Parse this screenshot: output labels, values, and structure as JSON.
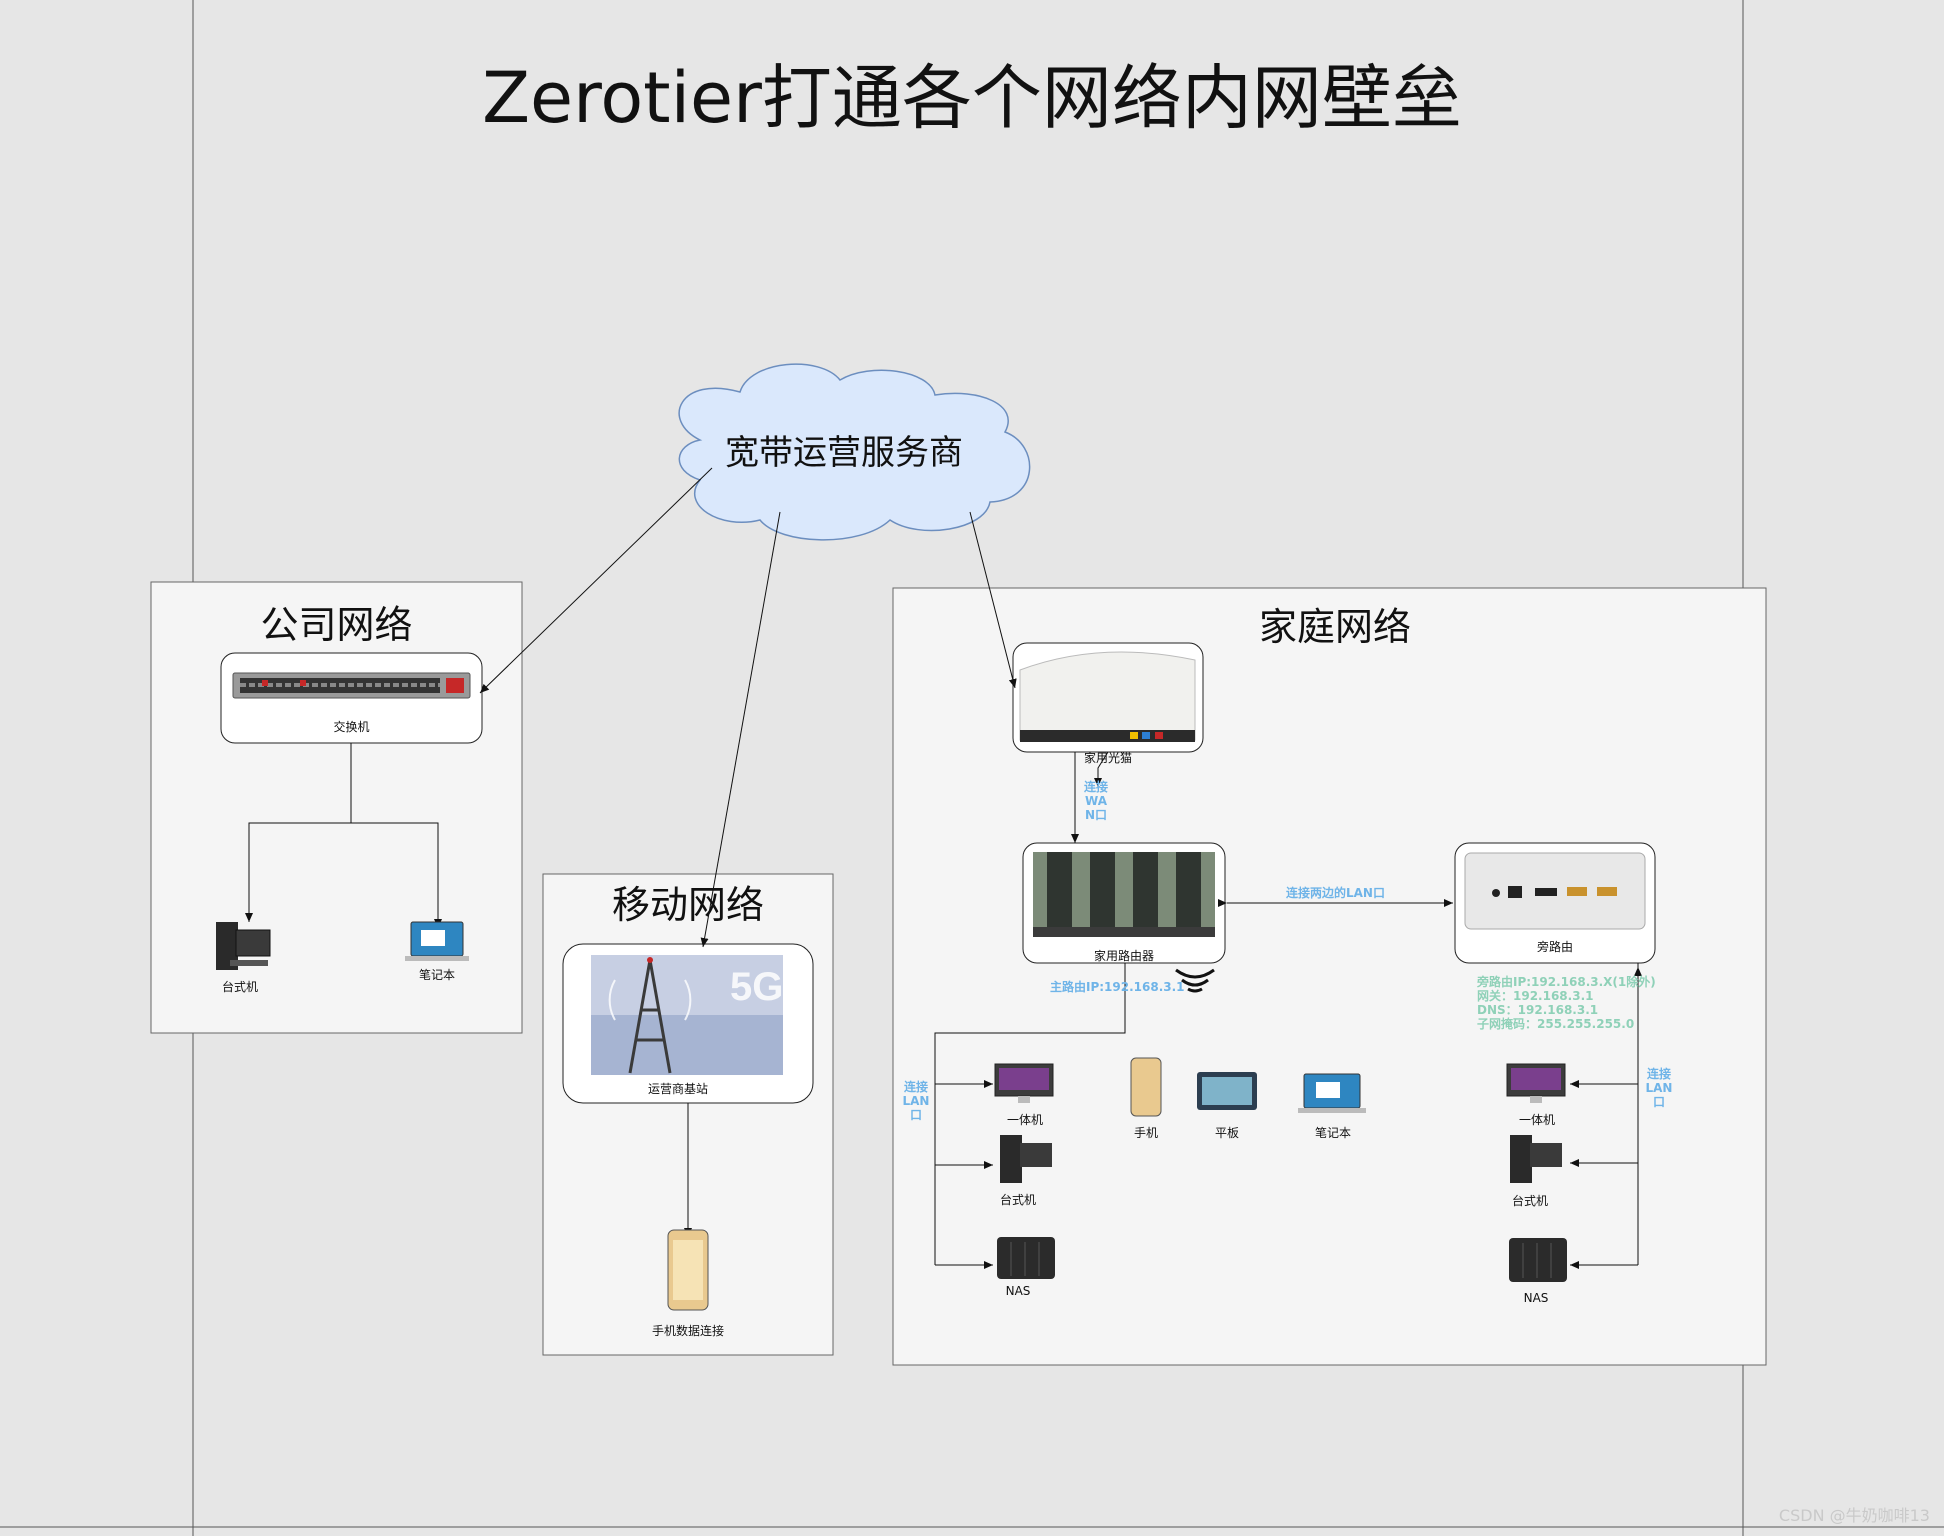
{
  "title": "Zerotier打通各个网络内网壁垒",
  "cloud": {
    "label": "宽带运营服务商"
  },
  "company": {
    "title": "公司网络",
    "switch_label": "交换机",
    "desktop_label": "台式机",
    "laptop_label": "笔记本"
  },
  "mobile": {
    "title": "移动网络",
    "tower_label": "运营商基站",
    "tower_badge": "5G",
    "phone_label": "手机数据连接"
  },
  "home": {
    "title": "家庭网络",
    "modem_label": "家用光猫",
    "wan_link_label": "连接WAN口",
    "router_label": "家用路由器",
    "router_ip": "主路由IP:192.168.3.1",
    "lan_both_label": "连接两边的LAN口",
    "bypass_label": "旁路由",
    "bypass_info": [
      "旁路由IP:192.168.3.X(1除外)",
      "网关：192.168.3.1",
      "DNS：192.168.3.1",
      "子网掩码：255.255.255.0"
    ],
    "left_lan_label": "连接LAN口",
    "right_lan_label": "连接LAN口",
    "left_devices": [
      "一体机",
      "台式机",
      "NAS"
    ],
    "wireless_devices": [
      "手机",
      "平板",
      "笔记本"
    ],
    "right_devices": [
      "一体机",
      "台式机",
      "NAS"
    ]
  },
  "watermark": "CSDN @牛奶咖啡13",
  "colors": {
    "background": "#e6e6e6",
    "panel": "#f5f5f5",
    "cloud": "#dae8fc",
    "cloud_stroke": "#6c8ebf",
    "link_label": "#6fb4e8",
    "info_label": "#8fd1b8"
  }
}
